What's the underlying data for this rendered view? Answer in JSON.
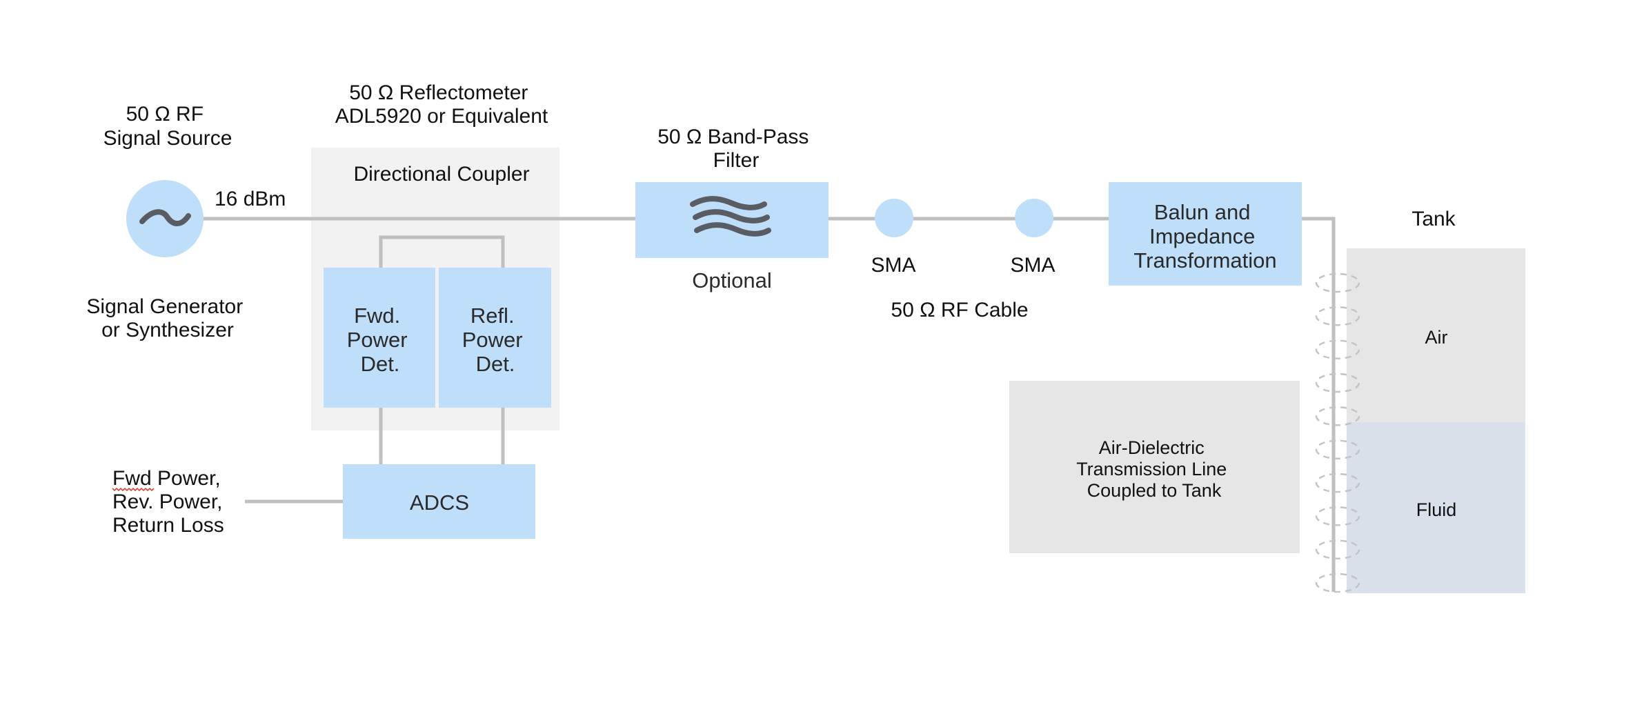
{
  "colors": {
    "block_fill": "#bfdefa",
    "coupler_panel": "#f2f2f2",
    "tank_air": "#e6e6e6",
    "tank_fluid": "#dae0ea",
    "wire": "#bfbfbf",
    "icon_stroke": "#5a5c63"
  },
  "source": {
    "title_lines": [
      "50 Ω RF",
      "Signal Source"
    ],
    "caption_lines": [
      "Signal Generator",
      "or Synthesizer"
    ],
    "power_label": "16 dBm",
    "icon": "sine-wave-icon"
  },
  "reflectometer": {
    "title_lines": [
      "50 Ω Reflectometer",
      "ADL5920 or Equivalent"
    ],
    "coupler_label": "Directional Coupler",
    "fwd_detector_lines": [
      "Fwd.",
      "Power",
      "Det."
    ],
    "refl_detector_lines": [
      "Refl.",
      "Power",
      "Det."
    ]
  },
  "adcs": {
    "label": "ADCS",
    "outputs_lines": [
      "Fwd Power,",
      "Rev. Power,",
      "Return Loss"
    ],
    "spellcheck_flagged_word": "Fwd"
  },
  "filter": {
    "title_lines": [
      "50 Ω Band-Pass",
      "Filter"
    ],
    "caption": "Optional",
    "icon": "band-pass-filter-icon"
  },
  "cable": {
    "connector_1": "SMA",
    "connector_2": "SMA",
    "label": "50 Ω RF Cable"
  },
  "balun": {
    "lines": [
      "Balun and",
      "Impedance",
      "Transformation"
    ]
  },
  "transmission_line": {
    "lines": [
      "Air-Dielectric",
      "Transmission Line",
      "Coupled to Tank"
    ],
    "coil_turns": 10
  },
  "tank": {
    "title": "Tank",
    "air_label": "Air",
    "fluid_label": "Fluid"
  }
}
